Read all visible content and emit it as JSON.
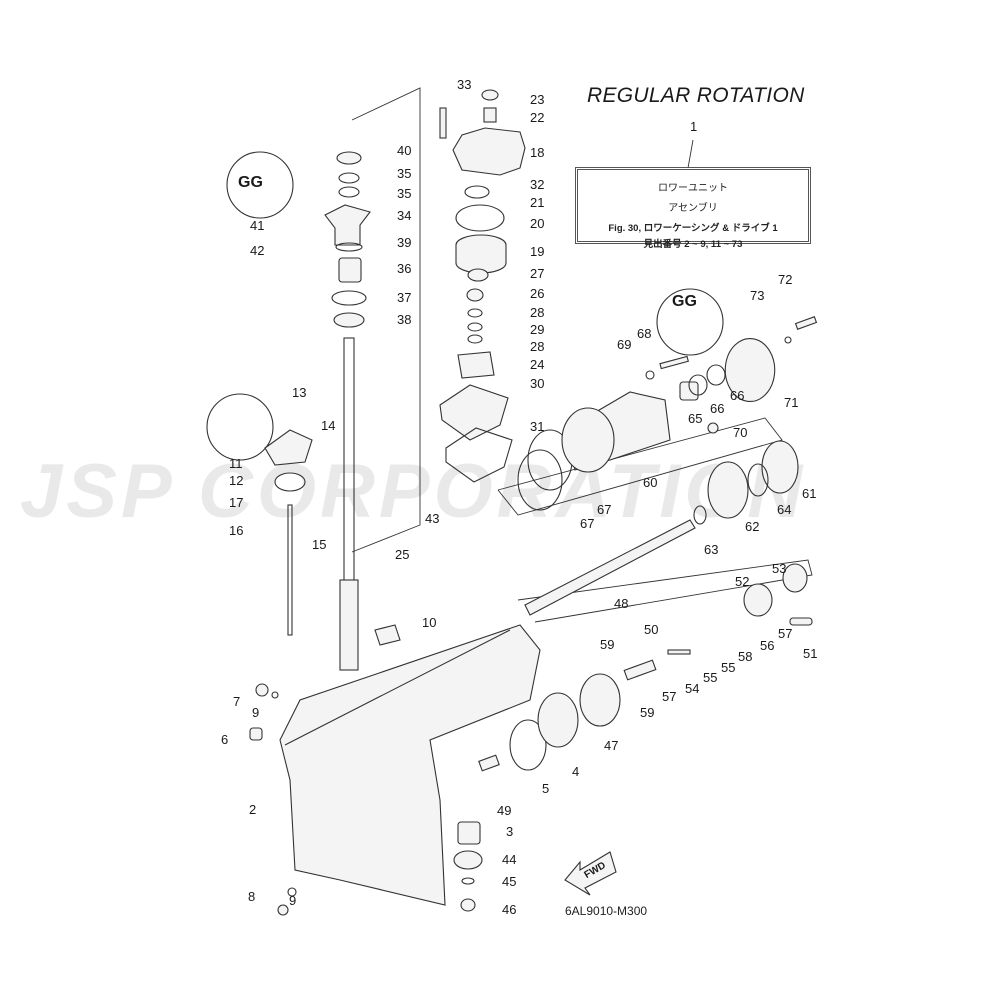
{
  "diagram": {
    "title": "REGULAR ROTATION",
    "watermark": "JSP CORPORATION",
    "drawing_code": "6AL9010-M300",
    "fwd_label": "FWD",
    "info_box": {
      "ref_number": "1",
      "line1": "ロワーユニット",
      "line2": "アセンブリ",
      "line3": "Fig. 30, ロワーケーシング & ドライブ 1",
      "line4": "見出番号 2 ~ 9, 11 ~ 73"
    },
    "grease_symbol": "GG",
    "callouts": [
      {
        "id": "33",
        "label": "33"
      },
      {
        "id": "23",
        "label": "23"
      },
      {
        "id": "22",
        "label": "22"
      },
      {
        "id": "40",
        "label": "40"
      },
      {
        "id": "18",
        "label": "18"
      },
      {
        "id": "35a",
        "label": "35"
      },
      {
        "id": "35b",
        "label": "35"
      },
      {
        "id": "32",
        "label": "32"
      },
      {
        "id": "21",
        "label": "21"
      },
      {
        "id": "41",
        "label": "41"
      },
      {
        "id": "34",
        "label": "34"
      },
      {
        "id": "20",
        "label": "20"
      },
      {
        "id": "42",
        "label": "42"
      },
      {
        "id": "39",
        "label": "39"
      },
      {
        "id": "19",
        "label": "19"
      },
      {
        "id": "36",
        "label": "36"
      },
      {
        "id": "27",
        "label": "27"
      },
      {
        "id": "26",
        "label": "26"
      },
      {
        "id": "37",
        "label": "37"
      },
      {
        "id": "28a",
        "label": "28"
      },
      {
        "id": "38",
        "label": "38"
      },
      {
        "id": "29",
        "label": "29"
      },
      {
        "id": "28b",
        "label": "28"
      },
      {
        "id": "72",
        "label": "72"
      },
      {
        "id": "73",
        "label": "73"
      },
      {
        "id": "68",
        "label": "68"
      },
      {
        "id": "69",
        "label": "69"
      },
      {
        "id": "24",
        "label": "24"
      },
      {
        "id": "30",
        "label": "30"
      },
      {
        "id": "66a",
        "label": "66"
      },
      {
        "id": "66b",
        "label": "66"
      },
      {
        "id": "71",
        "label": "71"
      },
      {
        "id": "65",
        "label": "65"
      },
      {
        "id": "13",
        "label": "13"
      },
      {
        "id": "14",
        "label": "14"
      },
      {
        "id": "31",
        "label": "31"
      },
      {
        "id": "70",
        "label": "70"
      },
      {
        "id": "11",
        "label": "11"
      },
      {
        "id": "60",
        "label": "60"
      },
      {
        "id": "12",
        "label": "12"
      },
      {
        "id": "61",
        "label": "61"
      },
      {
        "id": "17",
        "label": "17"
      },
      {
        "id": "67a",
        "label": "67"
      },
      {
        "id": "64",
        "label": "64"
      },
      {
        "id": "67b",
        "label": "67"
      },
      {
        "id": "43",
        "label": "43"
      },
      {
        "id": "62",
        "label": "62"
      },
      {
        "id": "16",
        "label": "16"
      },
      {
        "id": "15",
        "label": "15"
      },
      {
        "id": "63",
        "label": "63"
      },
      {
        "id": "25",
        "label": "25"
      },
      {
        "id": "53",
        "label": "53"
      },
      {
        "id": "52",
        "label": "52"
      },
      {
        "id": "48",
        "label": "48"
      },
      {
        "id": "10",
        "label": "10"
      },
      {
        "id": "57a",
        "label": "57"
      },
      {
        "id": "56",
        "label": "56"
      },
      {
        "id": "51",
        "label": "51"
      },
      {
        "id": "59a",
        "label": "59"
      },
      {
        "id": "50",
        "label": "50"
      },
      {
        "id": "58",
        "label": "58"
      },
      {
        "id": "55a",
        "label": "55"
      },
      {
        "id": "55b",
        "label": "55"
      },
      {
        "id": "54",
        "label": "54"
      },
      {
        "id": "7",
        "label": "7"
      },
      {
        "id": "57b",
        "label": "57"
      },
      {
        "id": "9a",
        "label": "9"
      },
      {
        "id": "59b",
        "label": "59"
      },
      {
        "id": "6",
        "label": "6"
      },
      {
        "id": "47",
        "label": "47"
      },
      {
        "id": "4",
        "label": "4"
      },
      {
        "id": "5",
        "label": "5"
      },
      {
        "id": "49",
        "label": "49"
      },
      {
        "id": "2",
        "label": "2"
      },
      {
        "id": "3",
        "label": "3"
      },
      {
        "id": "44",
        "label": "44"
      },
      {
        "id": "45",
        "label": "45"
      },
      {
        "id": "8",
        "label": "8"
      },
      {
        "id": "9b",
        "label": "9"
      },
      {
        "id": "46",
        "label": "46"
      }
    ]
  }
}
